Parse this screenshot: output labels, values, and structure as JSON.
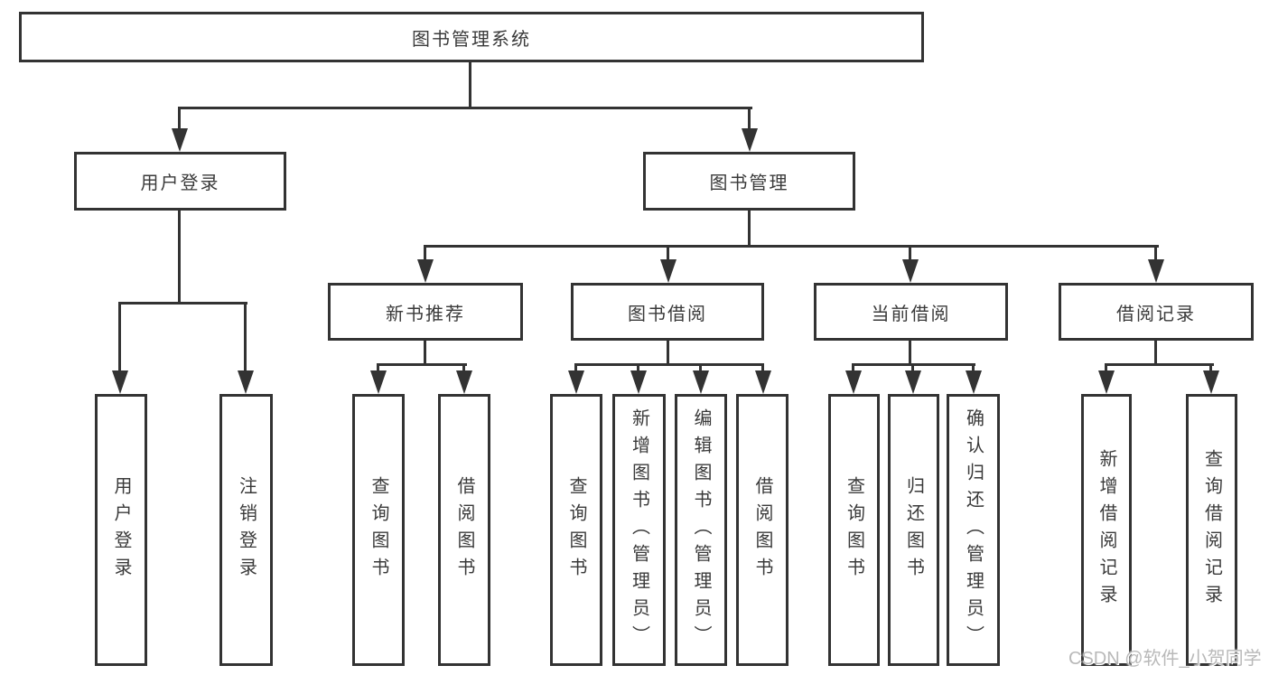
{
  "diagram_title": "图书管理系统",
  "colors": {
    "line": "#333333",
    "node_text": "#3a3a3a",
    "node_background": "#ffffff",
    "watermark_text_color": "#b9b9b9",
    "background": "#ffffff"
  },
  "tree": {
    "label": "图书管理系统",
    "children": [
      {
        "label": "用户登录",
        "children": [
          {
            "label": "用户登录"
          },
          {
            "label": "注销登录"
          }
        ]
      },
      {
        "label": "图书管理",
        "children": [
          {
            "label": "新书推荐",
            "children": [
              {
                "label": "查询图书"
              },
              {
                "label": "借阅图书"
              }
            ]
          },
          {
            "label": "图书借阅",
            "children": [
              {
                "label": "查询图书"
              },
              {
                "label": "新增图书（管理员）"
              },
              {
                "label": "编辑图书（管理员）"
              },
              {
                "label": "借阅图书"
              }
            ]
          },
          {
            "label": "当前借阅",
            "children": [
              {
                "label": "查询图书"
              },
              {
                "label": "归还图书"
              },
              {
                "label": "确认归还（管理员）"
              }
            ]
          },
          {
            "label": "借阅记录",
            "children": [
              {
                "label": "新增借阅记录"
              },
              {
                "label": "查询借阅记录"
              }
            ]
          }
        ]
      }
    ]
  },
  "watermark": {
    "text": "CSDN @软件_小贺同学"
  }
}
